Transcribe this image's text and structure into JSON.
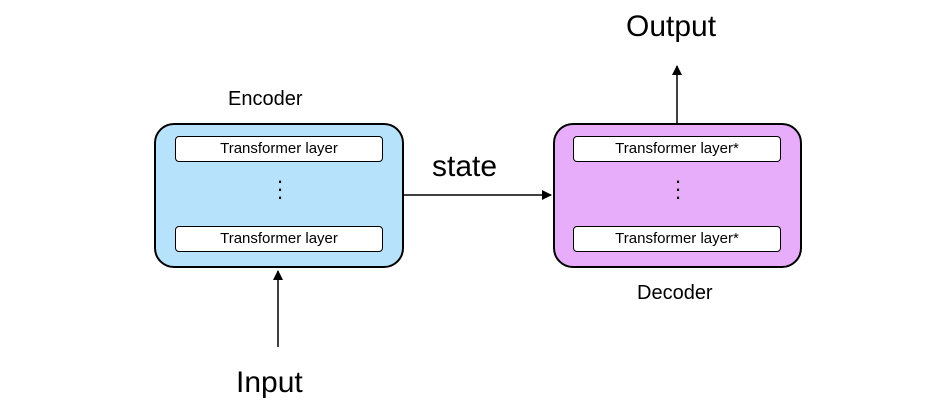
{
  "encoder": {
    "label": "Encoder",
    "layers": [
      "Transformer layer",
      "Transformer layer"
    ],
    "color": "#b6e3fb"
  },
  "decoder": {
    "label": "Decoder",
    "layers": [
      "Transformer layer*",
      "Transformer layer*"
    ],
    "color": "#e7adfb"
  },
  "edges": {
    "state": "state",
    "input": "Input",
    "output": "Output"
  }
}
